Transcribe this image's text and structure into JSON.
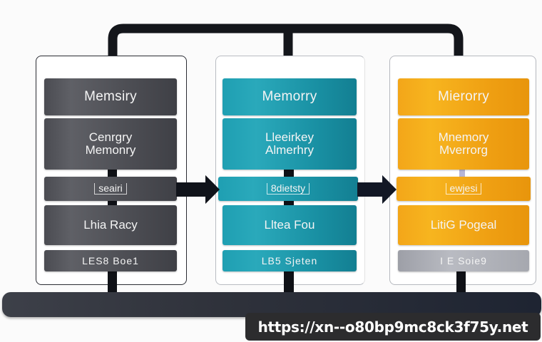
{
  "diagram": {
    "type": "flow-diagram",
    "colors": {
      "column_0": "#505157",
      "column_1": "#1f9fb2",
      "column_2": "#f3a619",
      "connector": "#15171c",
      "base_bar": "#2f323b"
    },
    "columns": [
      {
        "title": "Memsiry",
        "description": [
          "Cenrgry",
          "Memonry"
        ],
        "tag": "seairi",
        "role": "Lhia Racy",
        "footer": "LES8 Boe1"
      },
      {
        "title": "Memorry",
        "description": [
          "Lleeirkey",
          "Almerhry"
        ],
        "tag": "8dietsty",
        "role": "Lltea Fou",
        "footer": "LB5 Sjeten"
      },
      {
        "title": "Mierorry",
        "description": [
          "Mnemory",
          "Mverrorg"
        ],
        "tag": "ewjesi",
        "role": "LitiG Pogeal",
        "footer": "I E Soie9"
      }
    ],
    "connectors": [
      {
        "from": "top-bus",
        "to": "column-0",
        "icon": "arrow-down-icon"
      },
      {
        "from": "top-bus",
        "to": "column-1",
        "icon": "arrow-down-icon"
      },
      {
        "from": "top-bus",
        "to": "column-2",
        "icon": "arrow-down-icon"
      },
      {
        "from": "column-0",
        "to": "column-1",
        "icon": "arrow-right-icon"
      },
      {
        "from": "column-1",
        "to": "column-2",
        "icon": "arrow-right-icon"
      }
    ]
  },
  "watermark": {
    "url": "https://xn--o80bp9mc8ck3f75y.net"
  }
}
